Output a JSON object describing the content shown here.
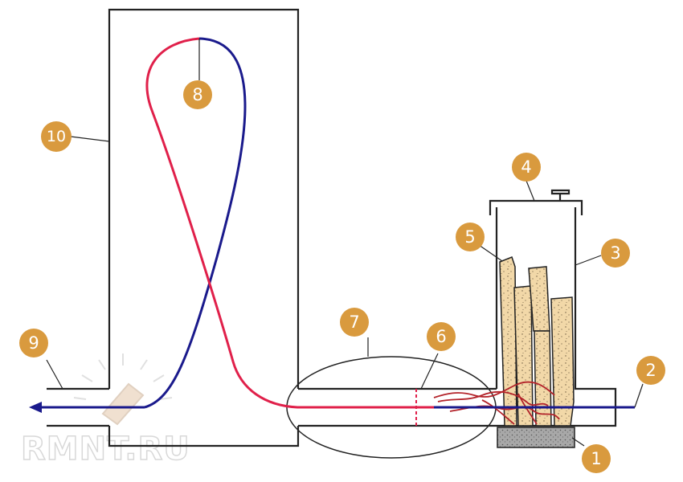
{
  "diagram": {
    "colors": {
      "outline": "#222222",
      "hot_flow": "#e0204a",
      "cold_flow": "#1a1a8c",
      "flame": "#b3232a",
      "fuel": "#f2d8a8",
      "ash": "#a8a8a8",
      "badge": "#d99a3e",
      "badge_text": "#ffffff",
      "watermark": "#d8d8d8"
    },
    "labels": [
      "1",
      "2",
      "3",
      "4",
      "5",
      "6",
      "7",
      "8",
      "9",
      "10"
    ],
    "watermark": "RMNT.RU"
  }
}
